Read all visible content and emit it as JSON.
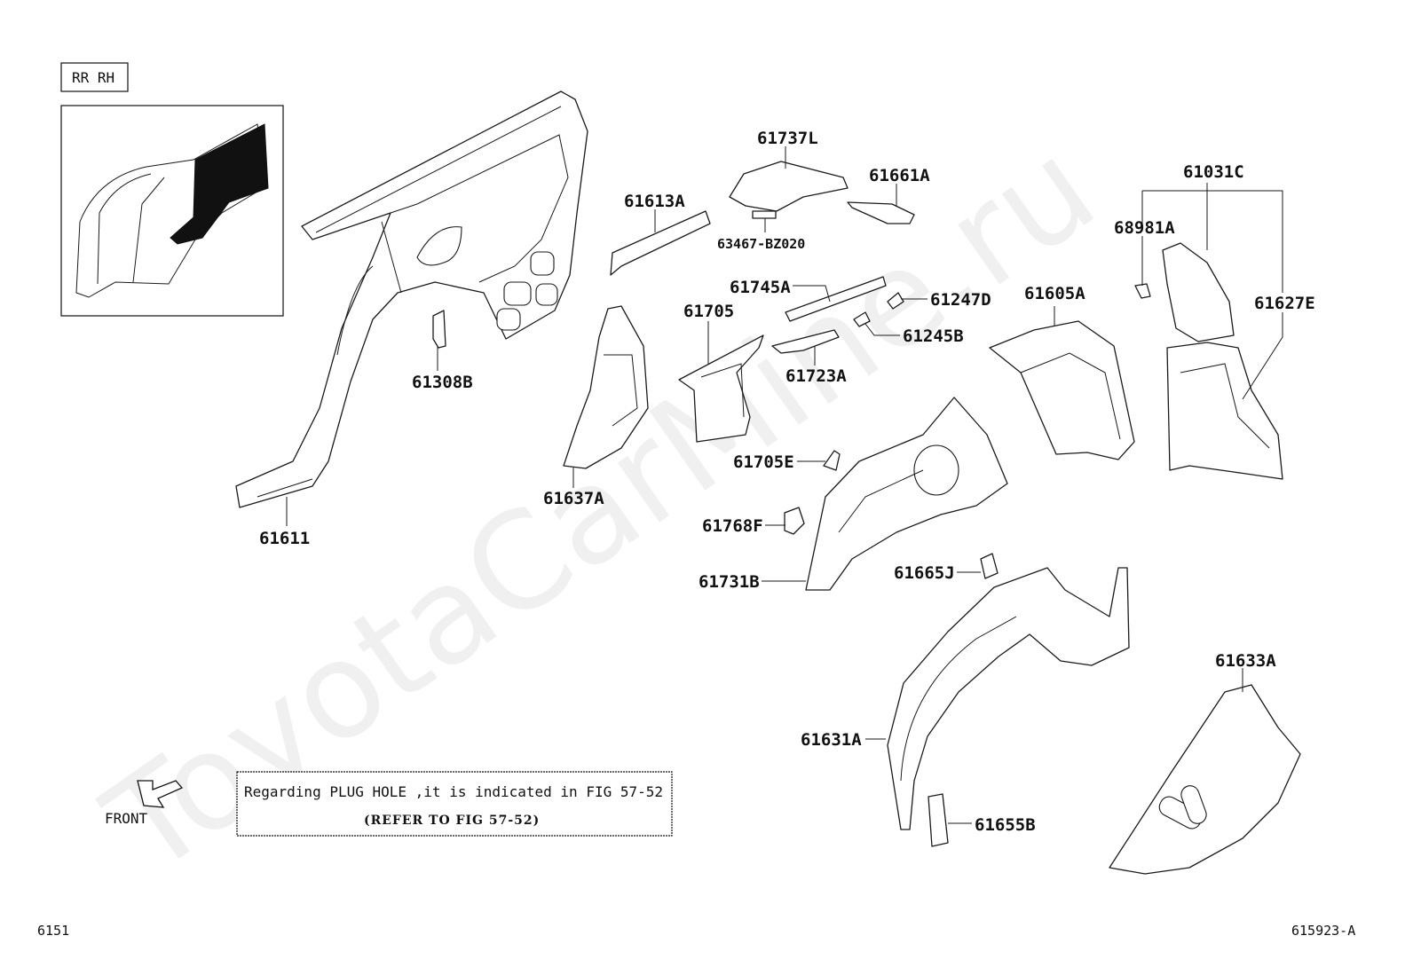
{
  "variant_box": {
    "text": "RR RH"
  },
  "front_label": "FRONT",
  "note": {
    "line1": "Regarding PLUG HOLE ,it is indicated in FIG 57-52",
    "line2": "(REFER TO FIG 57-52)"
  },
  "watermark": "ToyotaCarMine.ru",
  "footer": {
    "page_code": "6151",
    "figure_code": "615923-A"
  },
  "parts": [
    {
      "number": "61611"
    },
    {
      "number": "61308B"
    },
    {
      "number": "61613A"
    },
    {
      "number": "61637A"
    },
    {
      "number": "61737L"
    },
    {
      "number": "63467-BZ020"
    },
    {
      "number": "61661A"
    },
    {
      "number": "61745A"
    },
    {
      "number": "61247D"
    },
    {
      "number": "61705"
    },
    {
      "number": "61245B"
    },
    {
      "number": "61723A"
    },
    {
      "number": "61605A"
    },
    {
      "number": "61031C"
    },
    {
      "number": "68981A"
    },
    {
      "number": "61627E"
    },
    {
      "number": "61705E"
    },
    {
      "number": "61768F"
    },
    {
      "number": "61731B"
    },
    {
      "number": "61665J"
    },
    {
      "number": "61631A"
    },
    {
      "number": "61633A"
    },
    {
      "number": "61655B"
    }
  ]
}
